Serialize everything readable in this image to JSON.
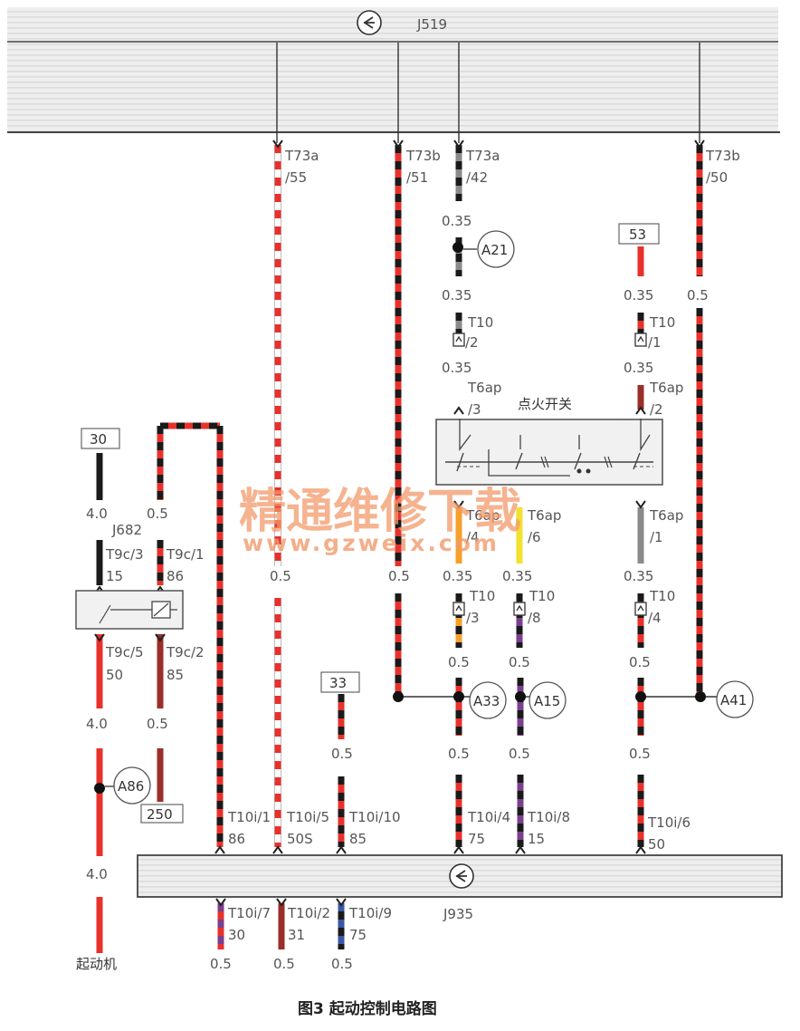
{
  "ecu_top": {
    "name": "J519",
    "symbol": "ecu-symbol"
  },
  "ecu_bottom": {
    "name": "J935",
    "symbol": "ecu-symbol"
  },
  "relay": {
    "name": "J682"
  },
  "ignition_switch": {
    "name": "点火开关"
  },
  "starter": {
    "name": "起动机"
  },
  "terminal_boxes": {
    "t30": "30",
    "t53": "53",
    "t33": "33",
    "t250": "250"
  },
  "junctions": {
    "a21": "A21",
    "a86": "A86",
    "a33": "A33",
    "a15": "A15",
    "a41": "A41"
  },
  "connector_labels": {
    "t73a_55": "T73a",
    "t73a_55_pin": "/55",
    "t73b_51": "T73b",
    "t73b_51_pin": "/51",
    "t73a_42": "T73a",
    "t73a_42_pin": "/42",
    "t73b_50": "T73b",
    "t73b_50_pin": "/50",
    "t10_2": "T10",
    "t10_2_pin": "/2",
    "t10_1": "T10",
    "t10_1_pin": "/1",
    "t6ap_3": "T6ap",
    "t6ap_3_pin": "/3",
    "t6ap_2": "T6ap",
    "t6ap_2_pin": "/2",
    "t6ap_4": "T6ap",
    "t6ap_4_pin": "/4",
    "t6ap_6": "T6ap",
    "t6ap_6_pin": "/6",
    "t6ap_1": "T6ap",
    "t6ap_1_pin": "/1",
    "t10_3": "T10",
    "t10_3_pin": "/3",
    "t10_8": "T10",
    "t10_8_pin": "/8",
    "t10_4": "T10",
    "t10_4_pin": "/4",
    "t9c_3": "T9c/3",
    "t9c_3_pin": "15",
    "t9c_1": "T9c/1",
    "t9c_1_pin": "86",
    "t9c_5": "T9c/5",
    "t9c_5_pin": "50",
    "t9c_2": "T9c/2",
    "t9c_2_pin": "85",
    "t10i_1": "T10i/1",
    "t10i_1_pin": "86",
    "t10i_5": "T10i/5",
    "t10i_5_pin": "50S",
    "t10i_10": "T10i/10",
    "t10i_10_pin": "85",
    "t10i_4": "T10i/4",
    "t10i_4_pin": "75",
    "t10i_8": "T10i/8",
    "t10i_8_pin": "15",
    "t10i_6": "T10i/6",
    "t10i_6_pin": "50",
    "t10i_7": "T10i/7",
    "t10i_7_pin": "30",
    "t10i_2": "T10i/2",
    "t10i_2_pin": "31",
    "t10i_9": "T10i/9",
    "t10i_9_pin": "75"
  },
  "wire_sizes": {
    "s_a42_1": "0.35",
    "s_a42_2": "0.35",
    "s_a42_3": "0.35",
    "s_b50_1": "0.5",
    "s_53_1": "0.35",
    "s_53_2": "0.35",
    "s_30": "4.0",
    "s_j682_in": "0.5",
    "s_55": "0.5",
    "s_51": "0.5",
    "s_t4_1": "0.35",
    "s_t6_1": "0.35",
    "s_t1_1": "0.35",
    "s_t4_2": "0.5",
    "s_t6_2": "0.5",
    "s_t1_2": "0.5",
    "s_c50_1": "4.0",
    "s_c85_1": "0.5",
    "s_33": "0.5",
    "s_a33_out": "0.5",
    "s_a15_out": "0.5",
    "s_a41_out": "0.5",
    "s_starter": "4.0",
    "s_b30": "0.5",
    "s_b31": "0.5",
    "s_b75": "0.5"
  },
  "watermark": {
    "cn": "精通维修下载",
    "url": "www.gzweix.com"
  },
  "caption": "图3 起动控制电路图"
}
